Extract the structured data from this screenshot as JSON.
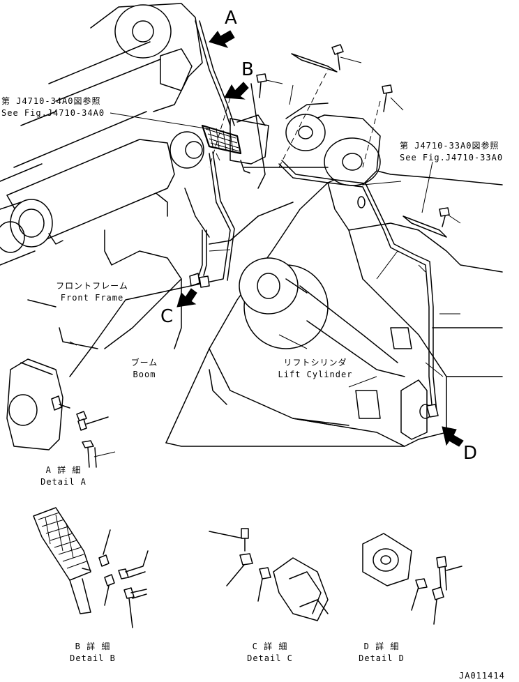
{
  "callouts": {
    "a": "A",
    "b": "B",
    "c": "C",
    "d": "D"
  },
  "refs": {
    "fig_34a0_jp": "第 J4710-34A0図参照",
    "fig_34a0_en": "See Fig.J4710-34A0",
    "fig_33a0_jp": "第 J4710-33A0図参照",
    "fig_33a0_en": "See Fig.J4710-33A0"
  },
  "parts": {
    "front_frame_jp": "フロントフレーム",
    "front_frame_en": "Front Frame",
    "boom_jp": "ブーム",
    "boom_en": "Boom",
    "lift_cylinder_jp": "リフトシリンダ",
    "lift_cylinder_en": "Lift Cylinder"
  },
  "details": {
    "a_jp": "A 詳 細",
    "a_en": "Detail A",
    "b_jp": "B 詳 細",
    "b_en": "Detail B",
    "c_jp": "C 詳 細",
    "c_en": "Detail C",
    "d_jp": "D 詳 細",
    "d_en": "Detail D"
  },
  "drawing_id": "JA011414"
}
